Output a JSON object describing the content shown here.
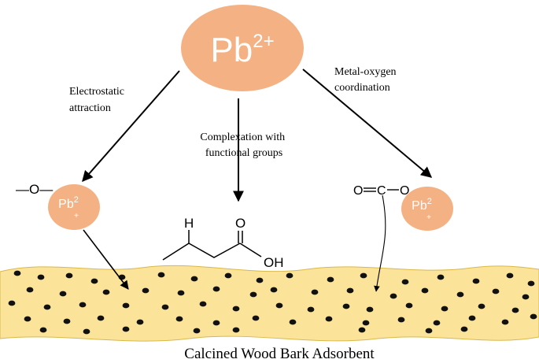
{
  "center_ion": {
    "base": "Pb",
    "charge": "2+"
  },
  "mechanisms": {
    "left": {
      "line1": "Electrostatic",
      "line2": "attraction"
    },
    "middle": {
      "line1": "Complexation with",
      "line2": "functional groups"
    },
    "right": {
      "line1": "Metal-oxygen",
      "line2": "coordination"
    }
  },
  "left_group": {
    "label": "—O—"
  },
  "left_ion": {
    "base": "Pb",
    "sup": "2",
    "sub": "+"
  },
  "molecule": {
    "h_label": "H",
    "o_label": "O",
    "oh_label": "OH"
  },
  "carboxyl": {
    "o1": "O",
    "c": "C",
    "o2": "O"
  },
  "right_ion": {
    "base": "Pb",
    "sup": "2",
    "sub": "+"
  },
  "adsorbent": {
    "label": "Calcined Wood Bark Adsorbent"
  },
  "colors": {
    "ion_fill": "#f4b183",
    "bark_fill": "#fbe49a",
    "bark_edge": "#d9b84a",
    "dot": "#111111",
    "ink": "#000000"
  }
}
